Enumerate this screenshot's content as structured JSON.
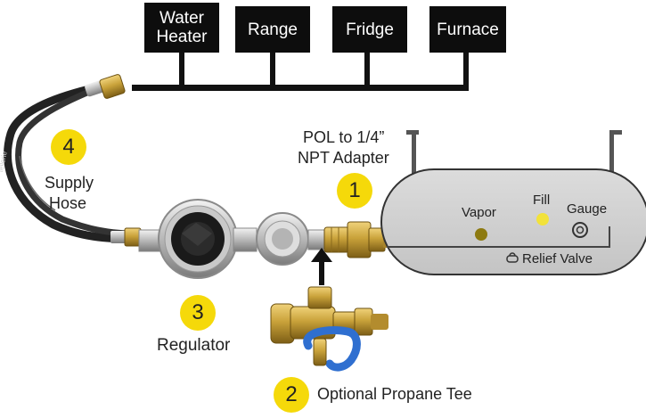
{
  "appliances": {
    "water_heater": "Water\nHeater",
    "range": "Range",
    "fridge": "Fridge",
    "furnace": "Furnace"
  },
  "callouts": {
    "adapter": {
      "number": "1",
      "label_line1": "POL to 1/4”",
      "label_line2": "NPT Adapter"
    },
    "tee": {
      "number": "2",
      "label": "Optional Propane Tee"
    },
    "regulator": {
      "number": "3",
      "label": "Regulator"
    },
    "hose": {
      "number": "4",
      "label_line1": "Supply",
      "label_line2": "Hose"
    }
  },
  "tank": {
    "vapor_label": "Vapor",
    "fill_label": "Fill",
    "gauge_label": "Gauge",
    "relief_label": "Relief Valve"
  },
  "hose_print": "tellerie",
  "colors": {
    "badge": "#f5d90a",
    "appliance_box": "#0d0d0d",
    "tank": "#cfcfcf",
    "brass": "#c9a23a",
    "hose": "#222222",
    "tee_handle": "#2f6fd0"
  }
}
